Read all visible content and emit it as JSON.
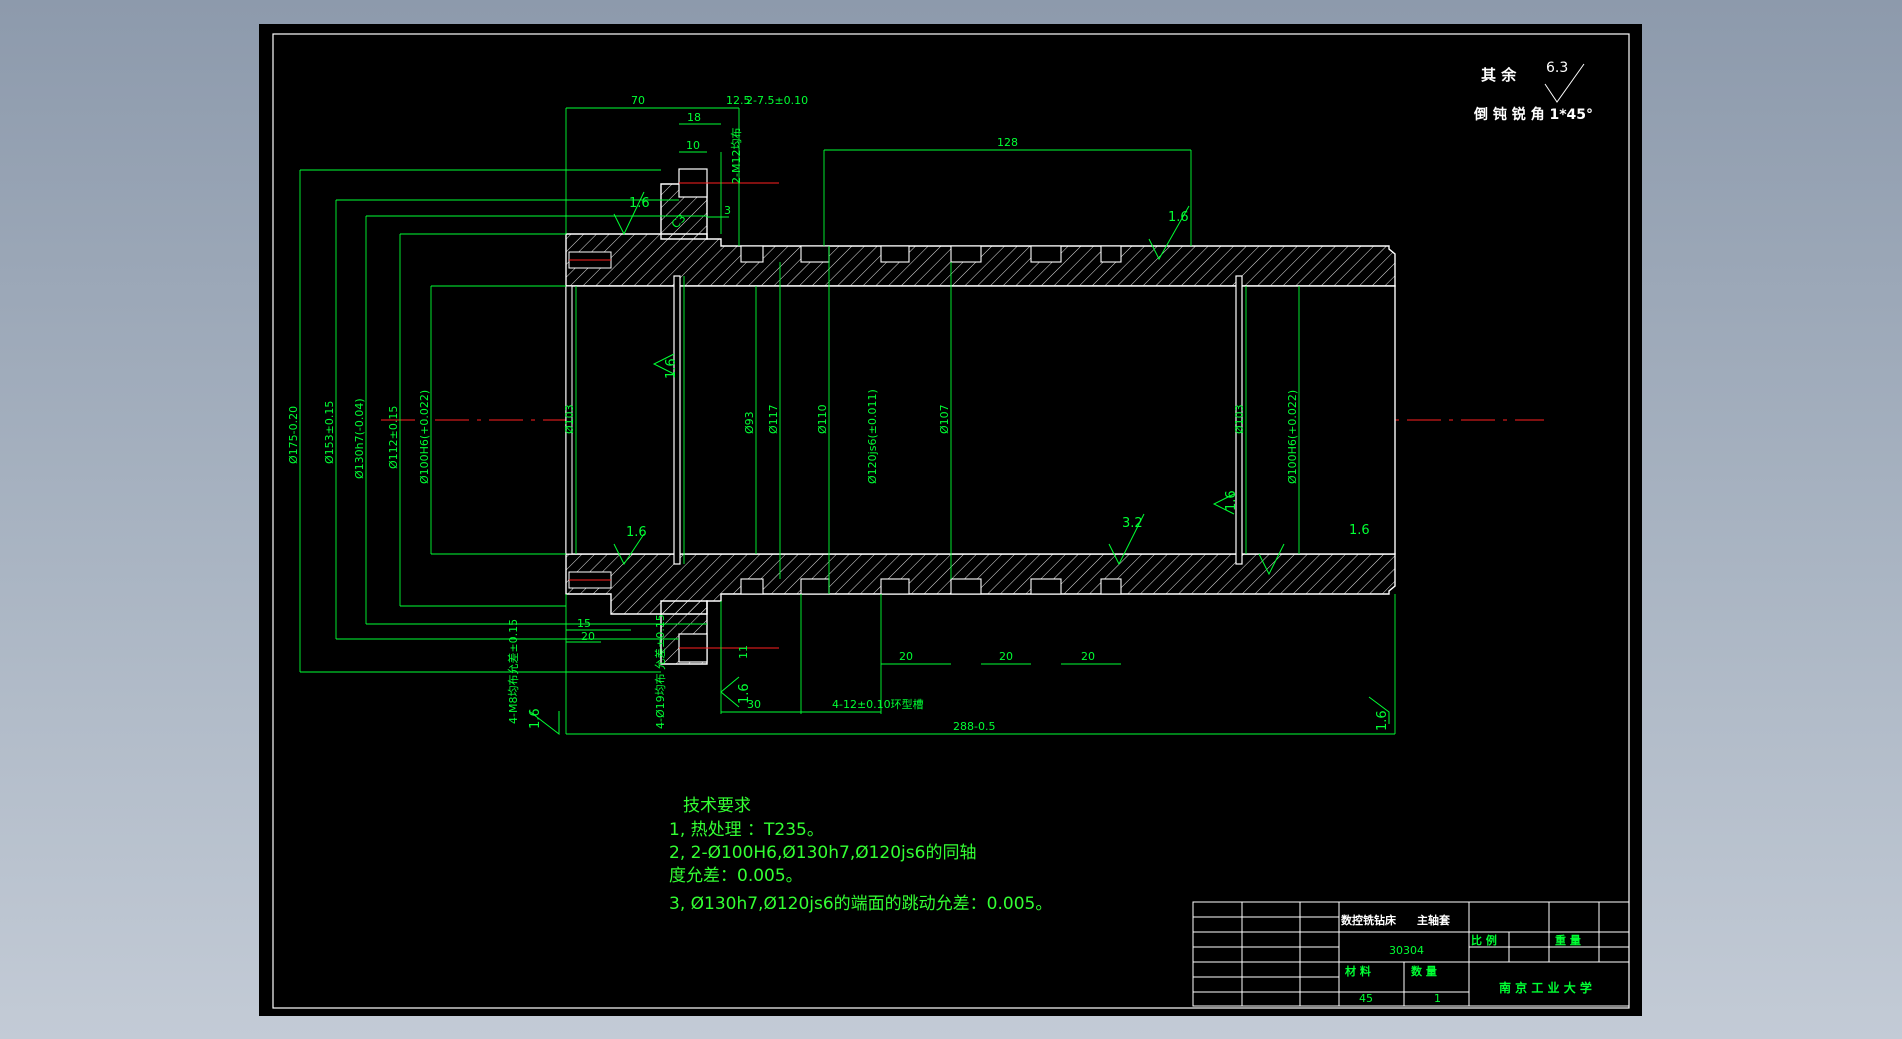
{
  "top_right": {
    "surface_label": "其 余",
    "surface_value": "6.3",
    "chamfer_note": "倒 钝 锐 角 1*45°"
  },
  "dimensions": {
    "len_70": "70",
    "len_18": "18",
    "len_10": "10",
    "len_12_5": "12.5",
    "groove_top": "2-7.5±0.10",
    "tap_2m12": "2-M12均布",
    "len_128": "128",
    "len_3": "3",
    "chamfer_c3": "C3",
    "len_15": "15",
    "len_20_left": "20",
    "len_20_a": "20",
    "len_20_b": "20",
    "len_20_c": "20",
    "len_30": "30",
    "len_11": "11",
    "groove_bottom": "4-12±0.10环型槽",
    "total_length": "288-0.5",
    "dia_175": "Ø175-0.20",
    "dia_153": "Ø153±0.15",
    "dia_130": "Ø130h7(-0.04)",
    "dia_112": "Ø112±0.15",
    "dia_100_left": "Ø100H6(+0.022)",
    "dia_103_left": "Ø103",
    "dia_93": "Ø93",
    "dia_117": "Ø117",
    "dia_110": "Ø110",
    "dia_120": "Ø120js6(±0.011)",
    "dia_107": "Ø107",
    "dia_103_right": "Ø103",
    "dia_100_right": "Ø100H6(+0.022)",
    "holes_m8": "4-M8均布允差±0.15",
    "holes_d19": "4-Ø19均布 允差±0.15"
  },
  "roughness": {
    "r1": "1.6",
    "r2": "1.6",
    "r3": "1.6",
    "r4": "1.6",
    "r5": "3.2",
    "r6": "1.6",
    "r7": "1.6",
    "r8": "1.6",
    "r9": "1.6",
    "r10": "1.6"
  },
  "notes": {
    "title": "技术要求",
    "line1": "1, 热处理 ：T235。",
    "line2": "2, 2-Ø100H6,Ø130h7,Ø120js6的同轴",
    "line3": "度允差：0.005。",
    "line4": "3, Ø130h7,Ø120js6的端面的跳动允差：0.005。"
  },
  "title_block": {
    "machine": "数控铣钻床",
    "part_name": "主轴套",
    "drawing_no": "30304",
    "scale_label": "比 例",
    "weight_label": "重 量",
    "material_label": "材  料",
    "quantity_label": "数  量",
    "material_value": "45",
    "quantity_value": "1",
    "school": "南 京 工 业 大 学"
  },
  "colors": {
    "background": "#000000",
    "outline": "#ffffff",
    "dimension": "#00ff33",
    "centerline": "#ff2020",
    "hatch": "#ffffff"
  }
}
